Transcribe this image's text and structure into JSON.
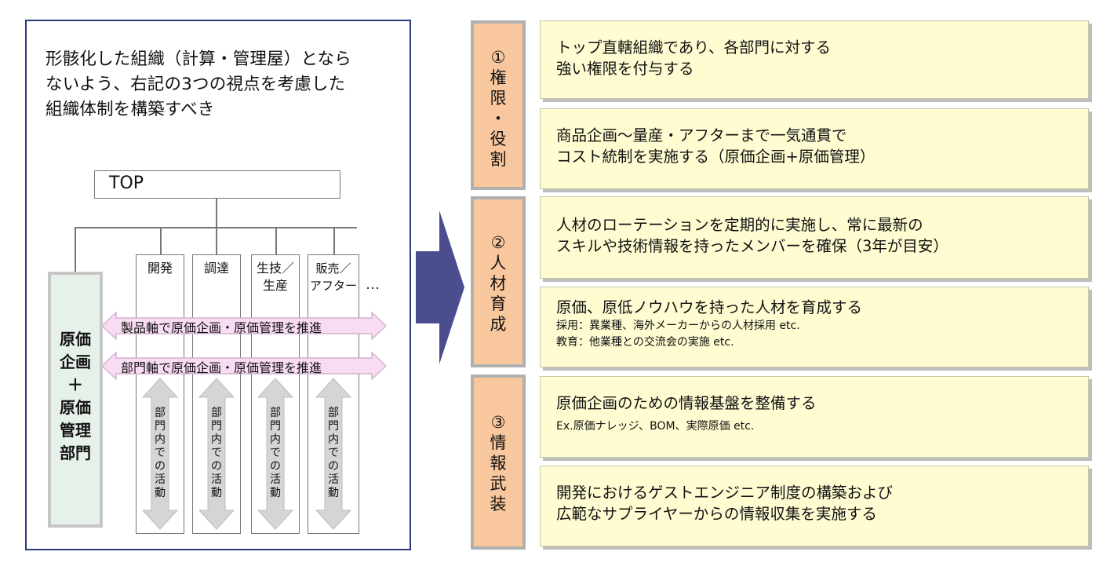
{
  "left": {
    "intro_lines": [
      "形骸化した組織（計算・管理屋）となら",
      "ないよう、右記の3つの視点を考慮した",
      "組織体制を構築すべき"
    ],
    "org": {
      "top": "TOP",
      "departments": [
        {
          "line1": "開発",
          "line2": ""
        },
        {
          "line1": "調達",
          "line2": ""
        },
        {
          "line1": "生技／",
          "line2": "生産"
        },
        {
          "line1": "販売／",
          "line2": "アフター"
        }
      ],
      "ellipsis": "…",
      "cost_department": [
        "原価",
        "企画",
        "＋",
        "原価",
        "管理",
        "部門"
      ],
      "product_axis": "製品軸で原価企画・原価管理を推進",
      "department_axis": "部門軸で原価企画・原価管理を推進",
      "in_department": [
        "部",
        "門",
        "内",
        "で",
        "の",
        "活",
        "動"
      ]
    }
  },
  "right": {
    "categories": [
      {
        "chars": [
          "①",
          "権",
          "限",
          "・",
          "役",
          "割"
        ]
      },
      {
        "chars": [
          "②",
          "人",
          "材",
          "育",
          "成"
        ]
      },
      {
        "chars": [
          "③",
          "情",
          "報",
          "武",
          "装"
        ]
      }
    ],
    "items": [
      {
        "lines": [
          "トップ直轄組織であり、各部門に対する",
          "強い権限を付与する"
        ],
        "notes": []
      },
      {
        "lines": [
          "商品企画～量産・アフターまで一気通貫で",
          "コスト統制を実施する（原価企画+原価管理）"
        ],
        "notes": []
      },
      {
        "lines": [
          "人材のローテーションを定期的に実施し、常に最新の",
          "スキルや技術情報を持ったメンバーを確保（3年が目安）"
        ],
        "notes": []
      },
      {
        "lines": [
          "原価、原低ノウハウを持った人材を育成する"
        ],
        "notes": [
          "採用：異業種、海外メーカーからの人材採用 etc.",
          "教育：他業種との交流会の実施 etc."
        ]
      },
      {
        "lines": [
          "原価企画のための情報基盤を整備する"
        ],
        "notes": [
          "Ex.原価ナレッジ、BOM、実際原価 etc."
        ]
      },
      {
        "lines": [
          "開発におけるゲストエンジニア制度の構築および",
          "広範なサプライヤーからの情報収集を実施する"
        ],
        "notes": []
      }
    ]
  },
  "colors": {
    "panel_border": "#2b3a7a",
    "category_fill": "#f9c79d",
    "item_fill": "#fffcd2",
    "arrow_fill": "#4a4e8e",
    "axis_arrow_fill": "#f8dcf4",
    "cost_dept_fill": "#e6f1ea",
    "v_arrow_fill": "#d5d5d5"
  }
}
